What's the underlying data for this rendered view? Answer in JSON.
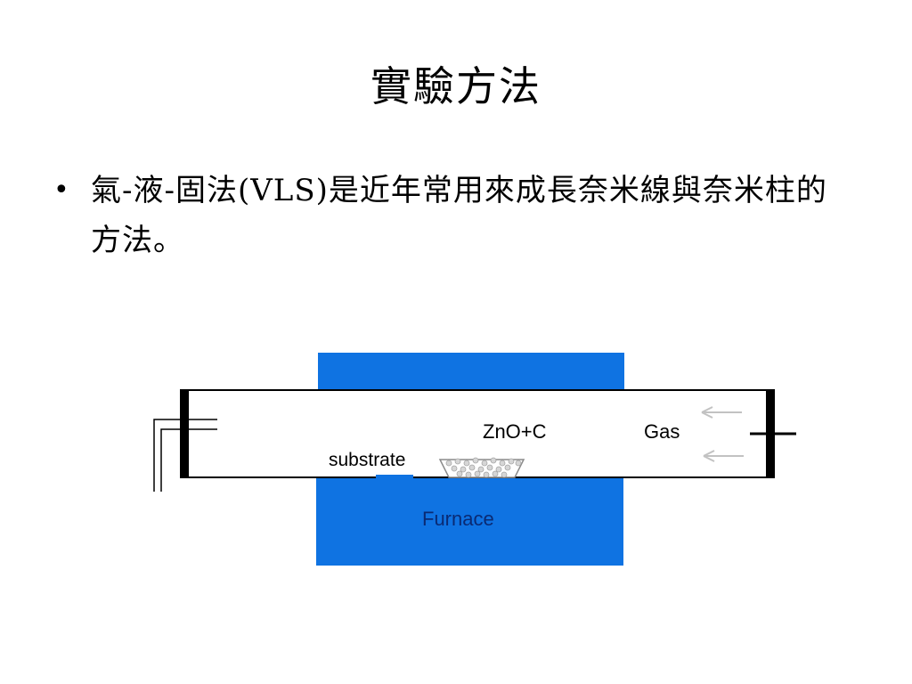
{
  "slide": {
    "title": "實驗方法",
    "bullets": [
      {
        "symbol": "•",
        "text": "氣-液-固法(VLS)是近年常用來成長奈米線與奈米柱的方法。"
      }
    ]
  },
  "diagram": {
    "labels": {
      "source": "ZnO+C",
      "gas": "Gas",
      "substrate": "substrate",
      "furnace": "Furnace"
    },
    "colors": {
      "furnace": "#0f73e2",
      "tube_outline": "#000000",
      "arrow": "#c2c2c2",
      "substrate": "#0f73e2",
      "label_text": "#000000",
      "furnace_text": "#0a2a73"
    }
  }
}
